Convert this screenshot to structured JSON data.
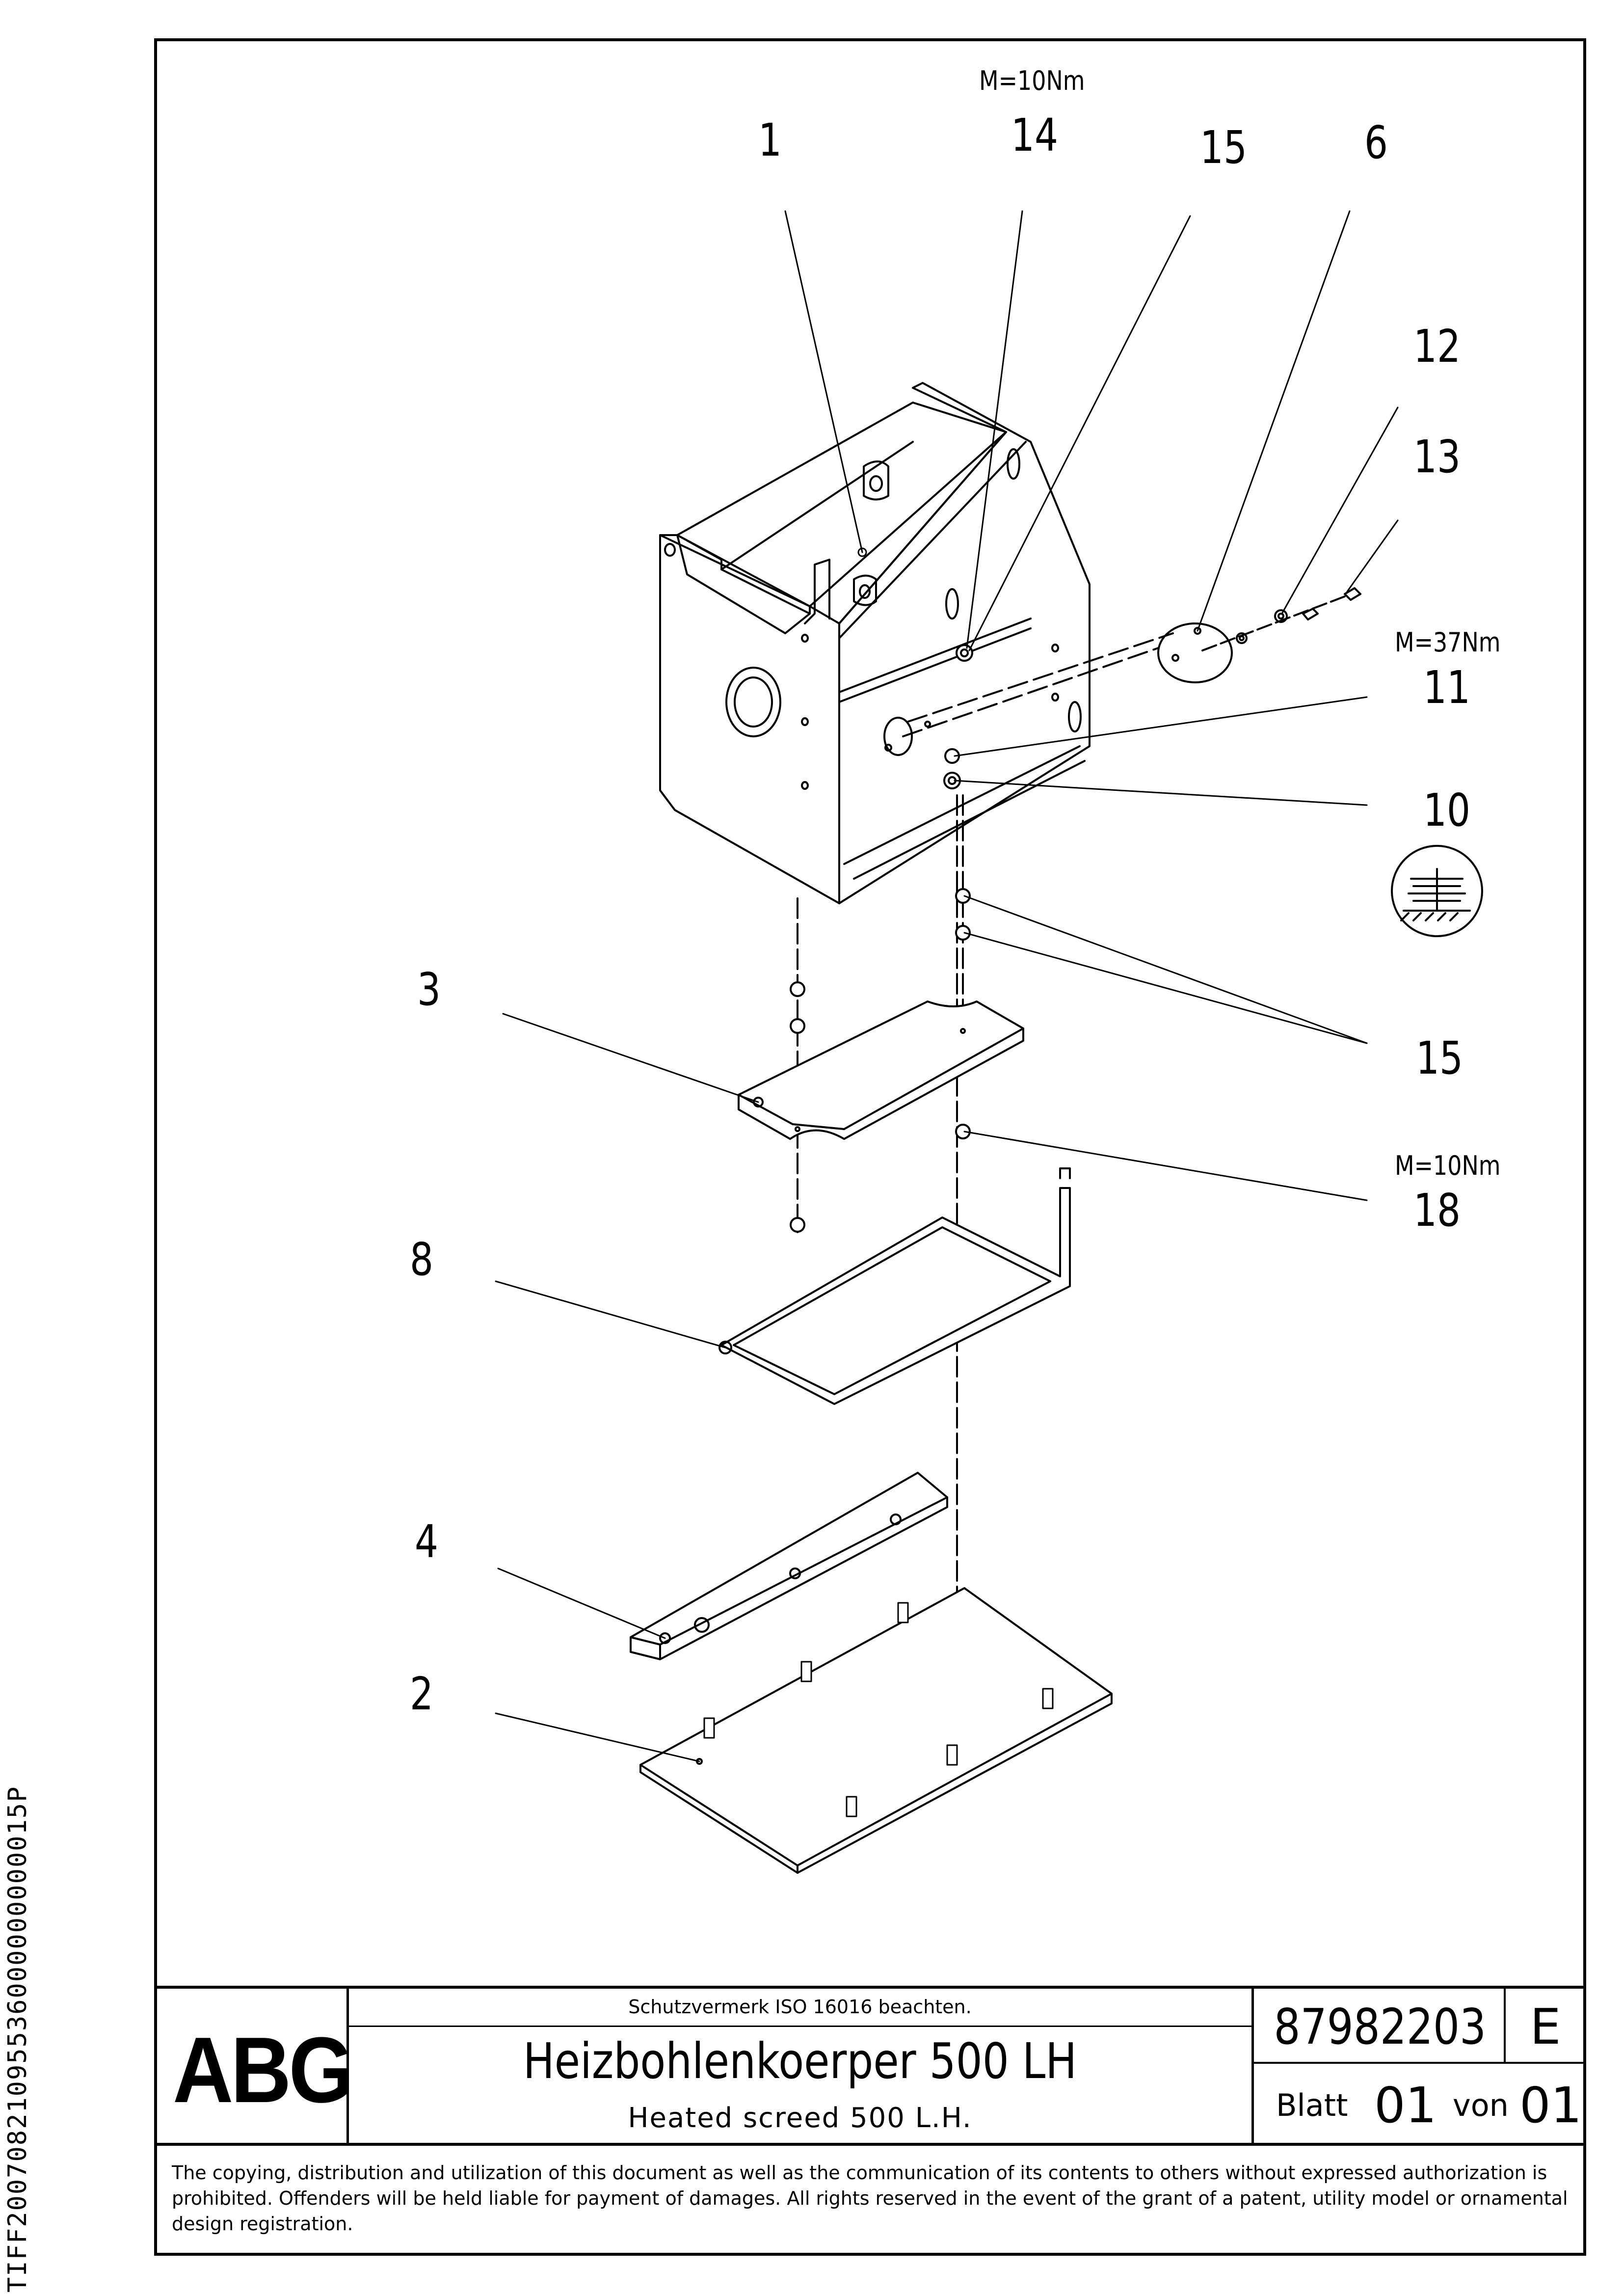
{
  "callouts": {
    "c1": "1",
    "c14": "14",
    "c15a": "15",
    "c6": "6",
    "c12": "12",
    "c13": "13",
    "c11": "11",
    "c10": "10",
    "c3": "3",
    "c15b": "15",
    "c18": "18",
    "c8": "8",
    "c4": "4",
    "c2": "2"
  },
  "torques": {
    "t14": "M=10Nm",
    "t11": "M=37Nm",
    "t18": "M=10Nm"
  },
  "side_code": "TIFF20070821095536000000000015P",
  "title_block": {
    "logo": "ABG",
    "protection_note": "Schutzvermerk ISO 16016 beachten.",
    "title_de": "Heizbohlenkoerper 500 LH",
    "title_en": "Heated screed 500 L.H.",
    "document_number": "87982203",
    "revision": "E",
    "sheet_label": "Blatt",
    "sheet_value": "01",
    "of_label": "von",
    "of_value": "01"
  },
  "disclaimer": "The copying, distribution and utilization of this document as well as the communication of its contents to others without expressed authorization is prohibited. Offenders will be held liable for payment of damages. All rights reserved in the event of the grant of a patent, utility model or ornamental design registration."
}
